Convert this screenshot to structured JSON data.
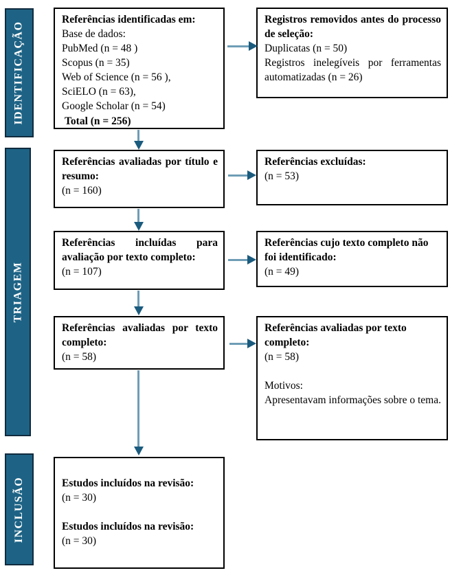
{
  "colors": {
    "sidebar_fill": "#1E6385",
    "sidebar_border": "#102A3E",
    "sidebar_text": "#FFFFFF",
    "box_border": "#000000",
    "arrow_stem": "#6E9DB5",
    "arrow_head": "#1A5B7E",
    "text": "#000000"
  },
  "sidebar": {
    "items": [
      {
        "label": "IDENTIFICAÇÃO"
      },
      {
        "label": "TRIAGEM"
      },
      {
        "label": "INCLUSÃO"
      }
    ]
  },
  "boxes": {
    "identified": {
      "title": "Referências identificadas em:",
      "lines": [
        "Base de dados:",
        "PubMed (n = 48 )",
        "Scopus (n = 35)",
        "Web of Science (n = 56 ),",
        "SciELO (n = 63),",
        "Google Scholar (n = 54)"
      ],
      "total": "Total (n = 256)"
    },
    "removed": {
      "title": "Registros removidos antes do processo de seleção:",
      "line1": "Duplicatas (n = 50)",
      "line2": "Registros inelegíveis por ferramentas automatizadas (n = 26)"
    },
    "screened": {
      "title": "Referências avaliadas por título e resumo:",
      "count": "(n = 160)"
    },
    "excluded": {
      "title": "Referências excluídas:",
      "count": "(n = 53)"
    },
    "fulltext_included": {
      "title": "Referências incluídas para avaliação por texto completo:",
      "count": "(n = 107)"
    },
    "not_identified": {
      "title": "Referências cujo texto completo não foi identificado:",
      "count": "(n = 49)"
    },
    "fulltext_assessed": {
      "title": "Referências avaliadas por texto completo:",
      "count": "(n = 58)"
    },
    "fulltext_assessed_right": {
      "title": "Referências avaliadas por texto completo:",
      "count": "(n = 58)",
      "reasons_label": "Motivos:",
      "reason": "Apresentavam informações sobre o tema."
    },
    "included_studies": {
      "title1": "Estudos incluídos na revisão:",
      "count1": "(n = 30)",
      "title2": "Estudos incluídos na revisão:",
      "count2": "(n = 30)"
    }
  }
}
